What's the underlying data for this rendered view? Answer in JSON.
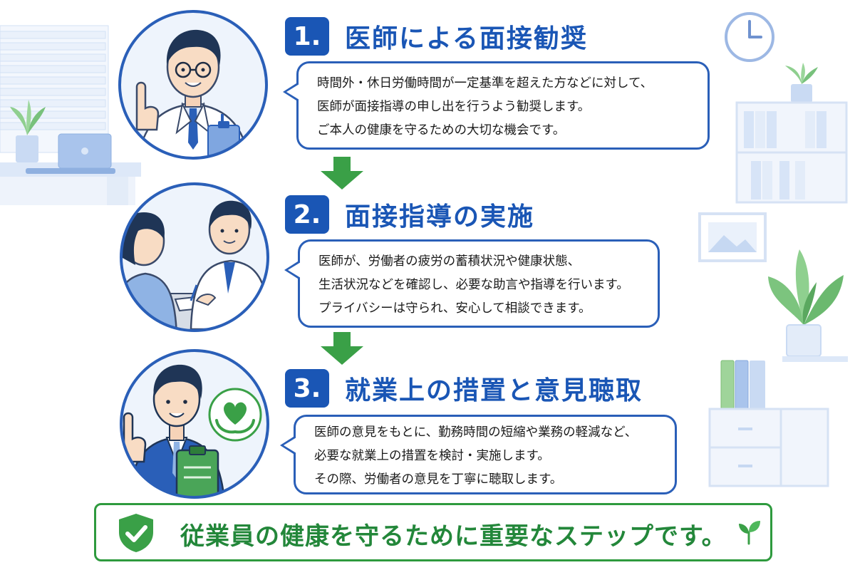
{
  "steps": [
    {
      "number": "1.",
      "title": "医師による面接勧奨",
      "lines": [
        "時間外・休日労働時間が一定基準を超えた方などに対して、",
        "医師が面接指導の申し出を行うよう勧奨します。",
        "ご本人の健康を守るための大切な機会です。"
      ]
    },
    {
      "number": "2.",
      "title": "面接指導の実施",
      "lines": [
        "医師が、労働者の疲労の蓄積状況や健康状態、",
        "生活状況などを確認し、必要な助言や指導を行います。",
        "プライバシーは守られ、安心して相談できます。"
      ]
    },
    {
      "number": "3.",
      "title": "就業上の措置と意見聴取",
      "lines": [
        "医師の意見をもとに、勤務時間の短縮や業務の軽減など、",
        "必要な就業上の措置を検討・実施します。",
        "その際、労働者の意見を丁寧に聴取します。"
      ]
    }
  ],
  "footer": {
    "text": "従業員の健康を守るために重要なステップです。"
  },
  "icons": {
    "footer_left": "shield-check-icon",
    "footer_right": "sprout-icon",
    "step3_badge": "heart-hands-icon"
  },
  "colors": {
    "primary_blue": "#1a56b5",
    "bubble_border": "#2a5fb8",
    "arrow_green": "#3aa047",
    "footer_green": "#23873a"
  }
}
